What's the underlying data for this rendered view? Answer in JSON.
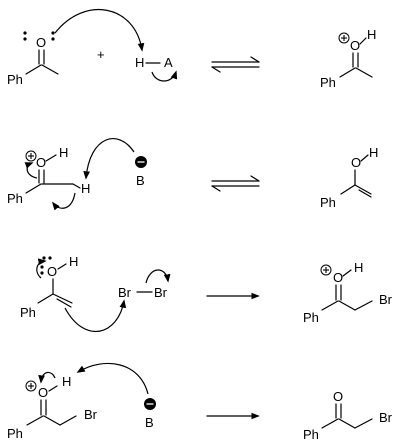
{
  "labels": {
    "ph": "Ph",
    "o": "O",
    "h": "H",
    "a": "A",
    "b": "B",
    "br": "Br",
    "dash": "–",
    "plus": "+"
  },
  "steps": [
    {
      "reaction_arrow": "equilibrium"
    },
    {
      "reaction_arrow": "equilibrium"
    },
    {
      "reaction_arrow": "forward"
    },
    {
      "reaction_arrow": "forward"
    }
  ]
}
